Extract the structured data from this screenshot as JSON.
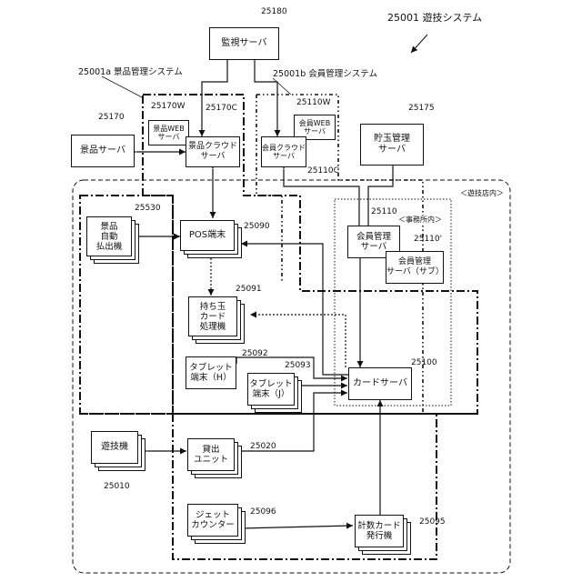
{
  "system": {
    "ref": "25001",
    "name": "遊技システム"
  },
  "subsystems": {
    "prize": "25001a 景品管理システム",
    "member": "25001b 会員管理システム"
  },
  "regions": {
    "store": "＜遊技店内＞",
    "office": "＜事務所内＞"
  },
  "nodes": {
    "monitor": {
      "ref": "25180",
      "label": "監視サーバ"
    },
    "prize_server": {
      "ref": "25170",
      "label": "景品サーバ"
    },
    "prize_web": {
      "ref": "25170W",
      "line1": "景品WEB",
      "line2": "サーバ"
    },
    "prize_cloud": {
      "ref": "25170C",
      "line1": "景品クラウド",
      "line2": "サーバ"
    },
    "member_web": {
      "ref": "25110W",
      "line1": "会員WEB",
      "line2": "サーバ"
    },
    "member_cloud": {
      "ref": "25110C",
      "line1": "会員クラウド",
      "line2": "サーバ"
    },
    "storage": {
      "ref": "25175",
      "line1": "貯玉管理",
      "line2": "サーバ"
    },
    "prize_dispenser": {
      "ref": "25530",
      "line1": "景品",
      "line2": "自動",
      "line3": "払出機"
    },
    "pos": {
      "ref": "25090",
      "label": "POS端末"
    },
    "member_mgmt": {
      "ref": "25110",
      "line1": "会員管理",
      "line2": "サーバ"
    },
    "member_sub": {
      "ref": "25110'",
      "line1": "会員管理",
      "line2": "サーバ（サブ）"
    },
    "card_proc": {
      "ref": "25091",
      "line1": "持ち玉",
      "line2": "カード",
      "line3": "処理機"
    },
    "tablet_h": {
      "ref": "25092",
      "line1": "タブレット",
      "line2": "端末（H）"
    },
    "tablet_j": {
      "ref": "25093",
      "line1": "タブレット",
      "line2": "端末（J）"
    },
    "card_server": {
      "ref": "25100",
      "label": "カードサーバ"
    },
    "game_machine": {
      "ref": "25010",
      "label": "遊技機"
    },
    "lending": {
      "ref": "25020",
      "line1": "貸出",
      "line2": "ユニット"
    },
    "jet": {
      "ref": "25096",
      "line1": "ジェット",
      "line2": "カウンター"
    },
    "counter_card": {
      "ref": "25095",
      "line1": "計数カード",
      "line2": "発行機"
    }
  }
}
